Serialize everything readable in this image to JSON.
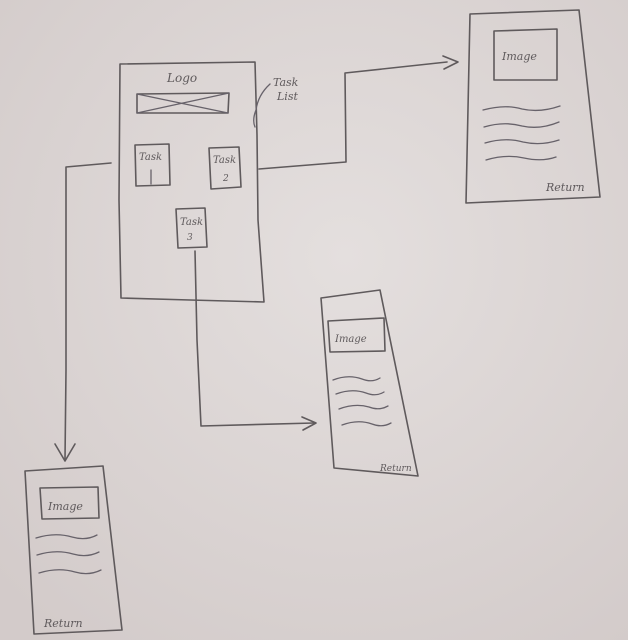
{
  "main_screen": {
    "logo_label": "Logo",
    "task_list_label_line1": "Task",
    "task_list_label_line2": "List",
    "tasks": [
      {
        "line1": "Task",
        "line2": "1"
      },
      {
        "line1": "Task",
        "line2": "2"
      },
      {
        "line1": "Task",
        "line2": "3"
      }
    ]
  },
  "detail_screens": [
    {
      "image_label": "Image",
      "return_label": "Return"
    },
    {
      "image_label": "Image",
      "return_label": "Return"
    },
    {
      "image_label": "Image",
      "return_label": "Return"
    }
  ]
}
